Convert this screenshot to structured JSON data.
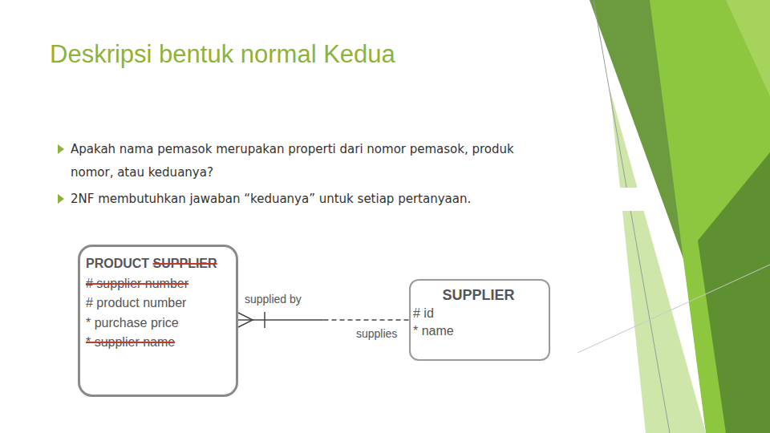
{
  "diagram": {
    "title": "Deskripsi bentuk normal Kedua",
    "nodes": [
      {
        "text": [
          "PRODUCT SUPPLIER",
          "# supplier number",
          "# product number",
          "* purchase price",
          "* supplier name"
        ]
      },
      {
        "text": [
          "SUPPLIER",
          "# id",
          "* name"
        ]
      }
    ],
    "edges": [
      {
        "from": 0,
        "to": 1,
        "arrow": "none"
      }
    ],
    "labels": [
      "Apakah nama pemasok merupakan properti dari nomor pemasok, produk nomor, atau keduanya?",
      "2NF membutuhkan jawaban “keduanya” untuk setiap pertanyaan.",
      "supplied by",
      "supplies"
    ]
  }
}
